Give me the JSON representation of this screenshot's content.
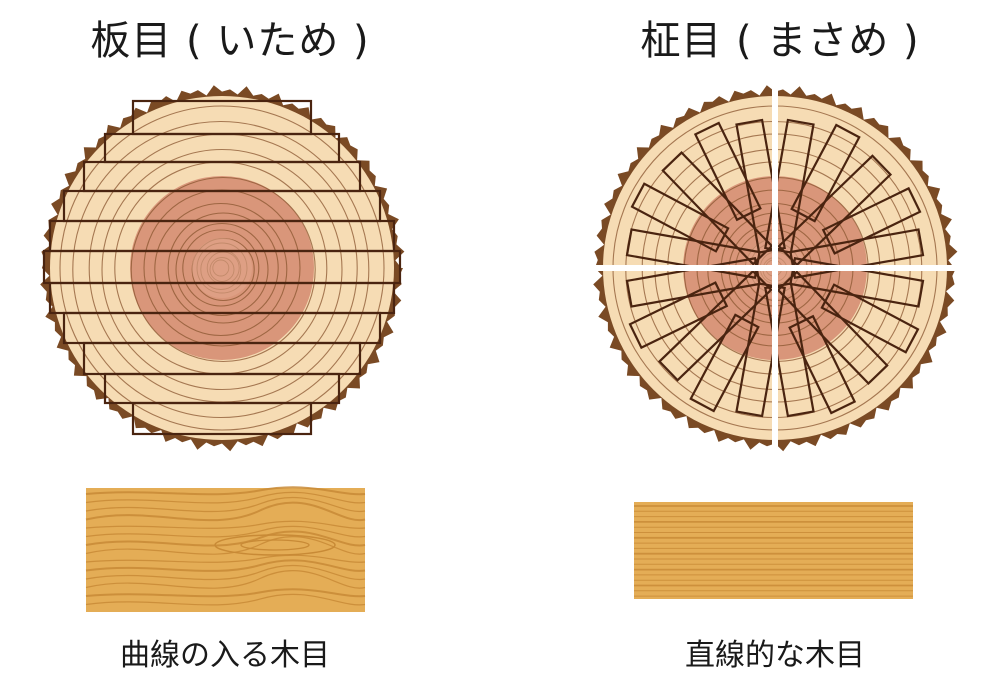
{
  "left": {
    "title": "板目 ( いため )",
    "caption": "曲線の入る木目",
    "cut_method": "flat-sawn (horizontal parallel boards)",
    "board_pattern": "curved grain"
  },
  "right": {
    "title": "柾目 ( まさめ )",
    "caption": "直線的な木目",
    "cut_method": "quarter-sawn (radial boards)",
    "board_pattern": "straight grain"
  },
  "colors": {
    "bark": "#7a4a24",
    "sapwood": "#f6dcb4",
    "heartwood": "#d9967a",
    "heart_center": "#e2a88c",
    "ring_line": "#8a5530",
    "board_outline": "#4a2410",
    "plank_light": "#e4ad56",
    "plank_dark": "#c88a36"
  }
}
